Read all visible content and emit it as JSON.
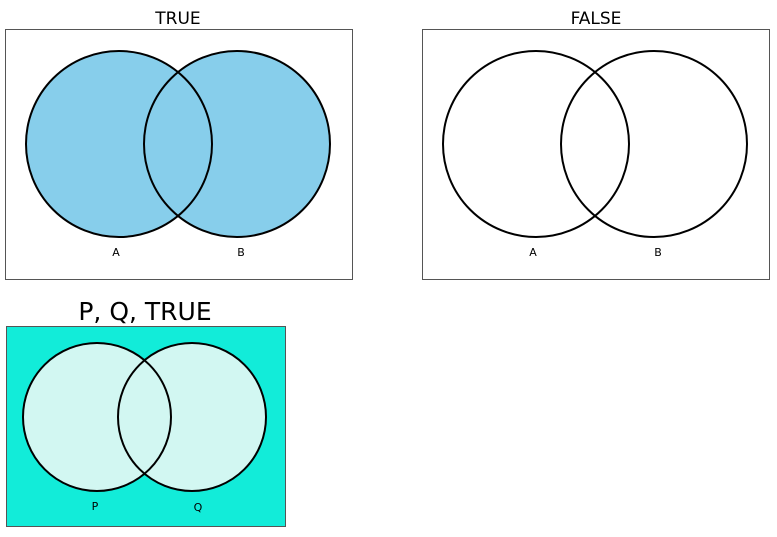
{
  "diagrams": [
    {
      "title": "TRUE",
      "set_labels": [
        "A",
        "B"
      ],
      "background": "#ffffff",
      "fill": "#87ceeb",
      "overlap_fill": "#87ceeb"
    },
    {
      "title": "FALSE",
      "set_labels": [
        "A",
        "B"
      ],
      "background": "#ffffff",
      "fill": "none",
      "overlap_fill": "none"
    },
    {
      "title": "P, Q, TRUE",
      "set_labels": [
        "P",
        "Q"
      ],
      "background": "#12ecd9",
      "fill": "#d2f7f2",
      "overlap_fill": "#d2f7f2"
    }
  ]
}
